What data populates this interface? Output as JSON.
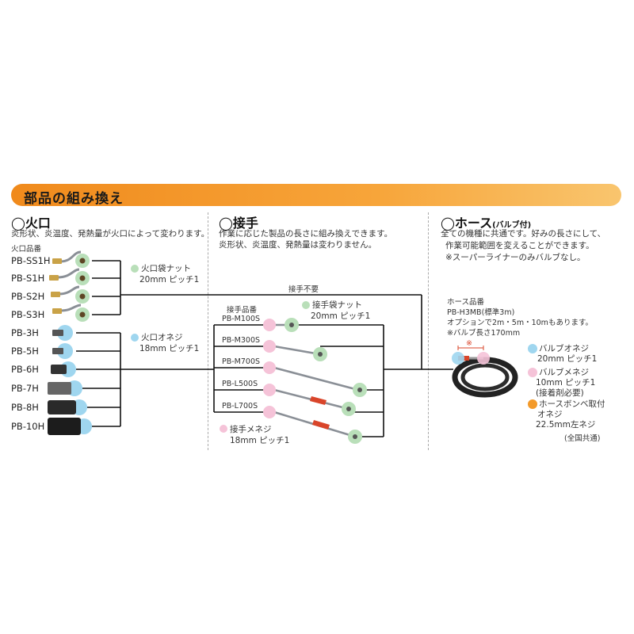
{
  "header": {
    "title": "部品の組み換え"
  },
  "colors": {
    "orange": "#f39a2a",
    "green": "#b9dfb9",
    "blue": "#9fd6ef",
    "pink": "#f5c3d8",
    "red_band": "#d9452a"
  },
  "section_burner": {
    "title": "◯火口",
    "desc": "炎形状、炎温度、発熱量が火口によって変わります。",
    "part_label": "火口品番",
    "models_a": [
      "PB-SS1H",
      "PB-S1H",
      "PB-S2H",
      "PB-S3H"
    ],
    "models_b": [
      "PB-3H",
      "PB-5H",
      "PB-6H",
      "PB-7H",
      "PB-8H",
      "PB-10H"
    ],
    "note_a_1": "火口袋ナット",
    "note_a_2": "20mm ピッチ1",
    "note_b_1": "火口オネジ",
    "note_b_2": "18mm ピッチ1"
  },
  "section_joint": {
    "title": "◯接手",
    "desc_1": "作業に応じた製品の長さに組み換えできます。",
    "desc_2": "炎形状、炎温度、発熱量は変わりません。",
    "no_joint": "接手不要",
    "part_label": "接手品番",
    "models": [
      "PB-M100S",
      "PB-M300S",
      "PB-M700S",
      "PB-L500S",
      "PB-L700S"
    ],
    "note_top_1": "接手袋ナット",
    "note_top_2": "20mm ピッチ1",
    "note_bot_1": "接手メネジ",
    "note_bot_2": "18mm ピッチ1"
  },
  "section_hose": {
    "title_main": "◯ホース",
    "title_sub": "(バルブ付)",
    "desc_1": "全ての機種に共通です。好みの長さにして、",
    "desc_2": "作業可能範囲を変えることができます。",
    "desc_3": "※スーパーライナーのみバルブなし。",
    "part_label": "ホース品番",
    "model": "PB-H3MB(標準3m)",
    "option": "オプションで2m・5m・10mもあります。",
    "valve_len": "※バルブ長さ170mm",
    "star": "※",
    "legend_1a": "バルブオネジ",
    "legend_1b": "20mm ピッチ1",
    "legend_2a": "バルブメネジ",
    "legend_2b": "10mm ピッチ1",
    "legend_2c": "(接着剤必要)",
    "legend_3a": "ホースボンベ取付",
    "legend_3b": "オネジ",
    "legend_3c": "22.5mm左ネジ",
    "legend_3d": "(全国共通)"
  }
}
